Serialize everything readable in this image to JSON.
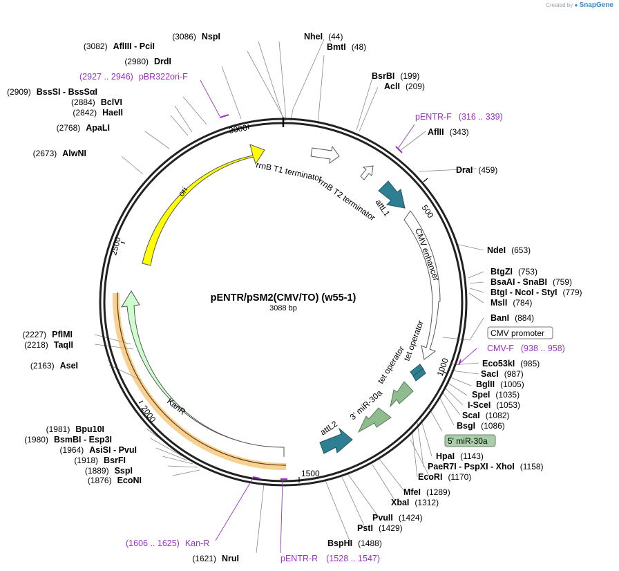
{
  "watermark": {
    "prefix": "Created by",
    "brand": "SnapGene"
  },
  "plasmid": {
    "name": "pENTR/pSM2(CMV/TO) (w55-1)",
    "length_label": "3088 bp"
  },
  "tick_labels": [
    "500",
    "1000",
    "1500",
    "2000",
    "2500",
    "3000"
  ],
  "enzymes": [
    {
      "name": "NheI",
      "pos": "(44)"
    },
    {
      "name": "BmtI",
      "pos": "(48)"
    },
    {
      "name": "BsrBI",
      "pos": "(199)"
    },
    {
      "name": "AclI",
      "pos": "(209)"
    },
    {
      "name": "AflII",
      "pos": "(343)"
    },
    {
      "name": "DraI",
      "pos": "(459)"
    },
    {
      "name": "NdeI",
      "pos": "(653)"
    },
    {
      "name": "BtgZI",
      "pos": "(753)"
    },
    {
      "name": "BsaAI - SnaBI",
      "pos": "(759)"
    },
    {
      "name": "BtgI - NcoI - StyI",
      "pos": "(779)"
    },
    {
      "name": "MslI",
      "pos": "(784)"
    },
    {
      "name": "BanI",
      "pos": "(884)"
    },
    {
      "name": "Eco53kI",
      "pos": "(985)"
    },
    {
      "name": "SacI",
      "pos": "(987)"
    },
    {
      "name": "BglII",
      "pos": "(1005)"
    },
    {
      "name": "SpeI",
      "pos": "(1035)"
    },
    {
      "name": "I-SceI",
      "pos": "(1053)"
    },
    {
      "name": "ScaI",
      "pos": "(1082)"
    },
    {
      "name": "BsgI",
      "pos": "(1086)"
    },
    {
      "name": "HpaI",
      "pos": "(1143)"
    },
    {
      "name": "PaeR7I - PspXI - XhoI",
      "pos": "(1158)"
    },
    {
      "name": "EcoRI",
      "pos": "(1170)"
    },
    {
      "name": "MfeI",
      "pos": "(1289)"
    },
    {
      "name": "XbaI",
      "pos": "(1312)"
    },
    {
      "name": "PvuII",
      "pos": "(1424)"
    },
    {
      "name": "PstI",
      "pos": "(1429)"
    },
    {
      "name": "BspHI",
      "pos": "(1488)"
    },
    {
      "name": "NruI",
      "pos": "(1621)"
    },
    {
      "name": "EcoNI",
      "pos": "(1876)"
    },
    {
      "name": "SspI",
      "pos": "(1889)"
    },
    {
      "name": "BsrFI",
      "pos": "(1918)"
    },
    {
      "name": "AsiSI - PvuI",
      "pos": "(1964)"
    },
    {
      "name": "BsmBI - Esp3I",
      "pos": "(1980)"
    },
    {
      "name": "Bpu10I",
      "pos": "(1981)"
    },
    {
      "name": "AseI",
      "pos": "(2163)"
    },
    {
      "name": "TaqII",
      "pos": "(2218)"
    },
    {
      "name": "PflMI",
      "pos": "(2227)"
    },
    {
      "name": "AlwNI",
      "pos": "(2673)"
    },
    {
      "name": "ApaLI",
      "pos": "(2768)"
    },
    {
      "name": "HaeII",
      "pos": "(2842)"
    },
    {
      "name": "BclVI",
      "pos": "(2884)"
    },
    {
      "name": "BssSI - BssSαI",
      "pos": "(2909)"
    },
    {
      "name": "DrdI",
      "pos": "(2980)"
    },
    {
      "name": "AflIII - PciI",
      "pos": "(3082)"
    },
    {
      "name": "NspI",
      "pos": "(3086)"
    }
  ],
  "primers": [
    {
      "name": "pBR322ori-F",
      "range": "(2927 .. 2946)"
    },
    {
      "name": "pENTR-F",
      "range": "(316 .. 339)"
    },
    {
      "name": "CMV-F",
      "range": "(938 .. 958)"
    },
    {
      "name": "Kan-R",
      "range": "(1606 .. 1625)"
    },
    {
      "name": "pENTR-R",
      "range": "(1528 .. 1547)"
    }
  ],
  "features": [
    {
      "name": "rrnB T1 terminator"
    },
    {
      "name": "rrnB T2 terminator"
    },
    {
      "name": "attL1"
    },
    {
      "name": "CMV enhancer"
    },
    {
      "name": "tet operator"
    },
    {
      "name": "tet operator"
    },
    {
      "name": "3' miR-30a"
    },
    {
      "name": "attL2"
    },
    {
      "name": "KanR"
    },
    {
      "name": "ori"
    }
  ],
  "boxed_labels": [
    {
      "name": "CMV promoter"
    },
    {
      "name": "5' miR-30a"
    }
  ],
  "colors": {
    "ori": "#ffff00",
    "kanr": "#ccffcc",
    "kanr_highlight": "#f2b04a",
    "teal_feature": "#2e7f91",
    "mir": "#8fbc8f",
    "primer": "#9b30c8",
    "leader": "#888888"
  }
}
